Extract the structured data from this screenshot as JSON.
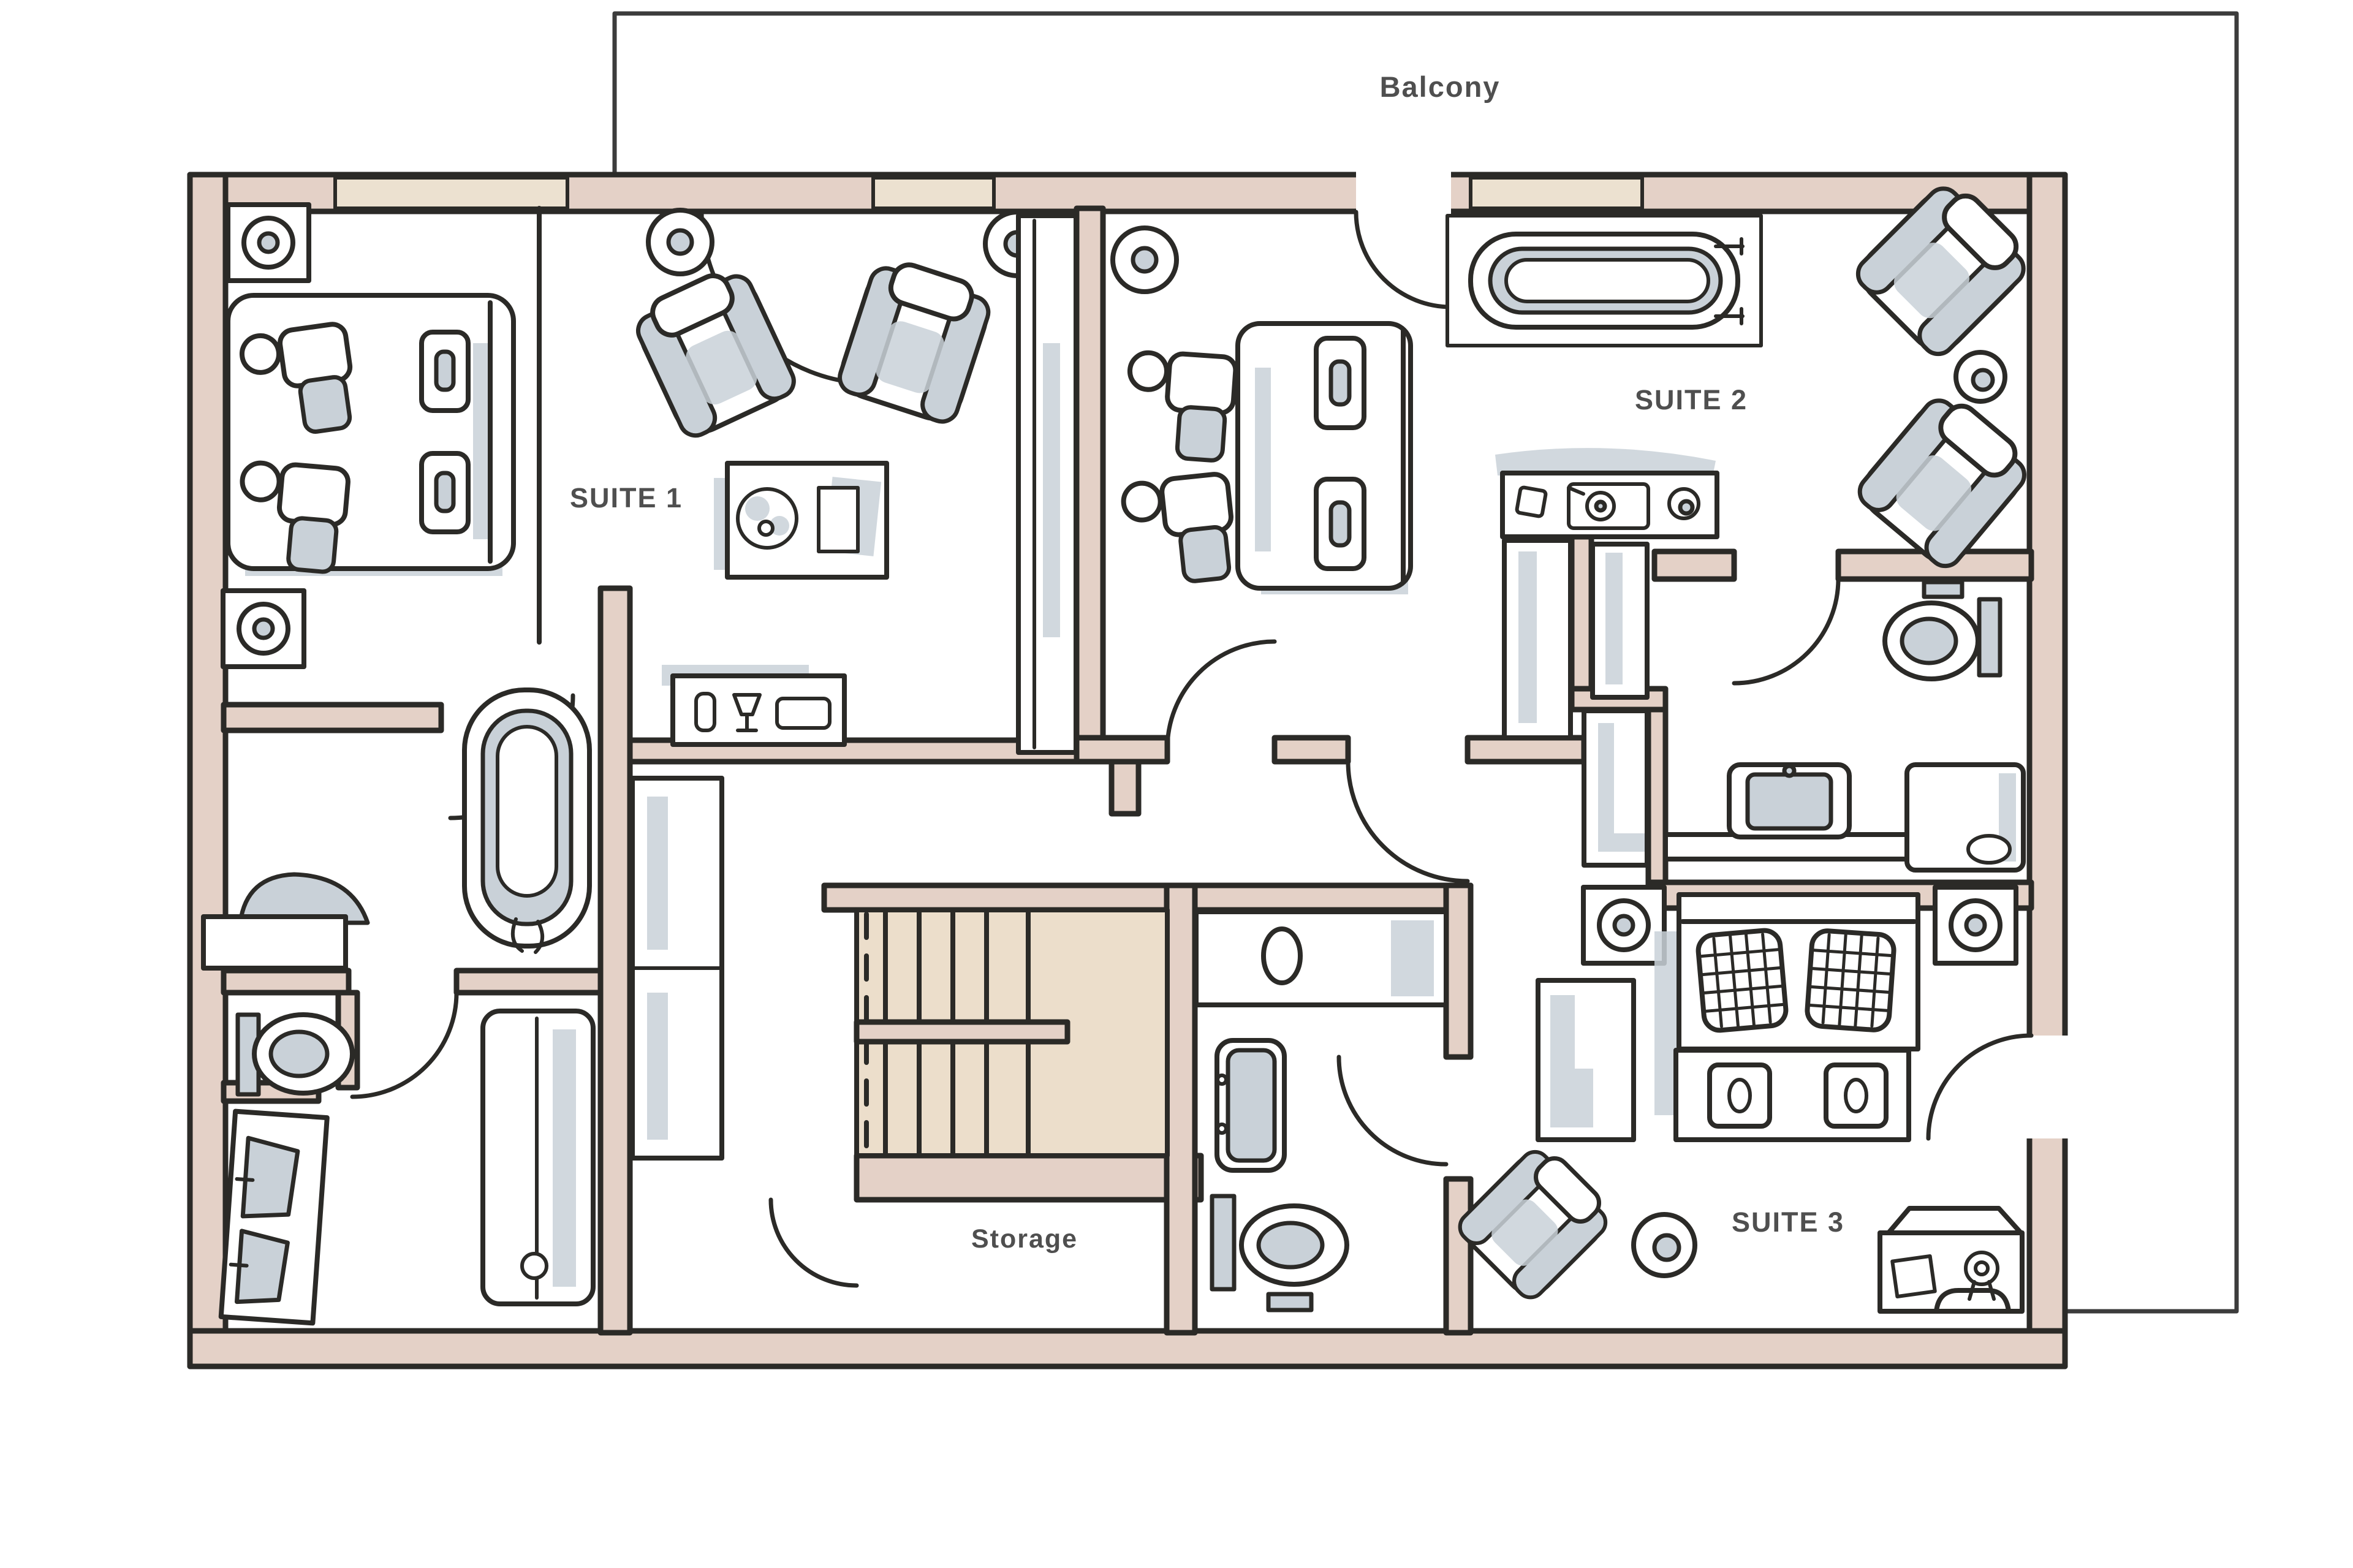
{
  "plan": {
    "labels": {
      "balcony": "Balcony",
      "suite1": "SUITE 1",
      "suite2": "SUITE 2",
      "suite3": "SUITE 3",
      "storage": "Storage"
    }
  },
  "colors": {
    "wall_fill": "#e4d1c7",
    "window_fill": "#ece1d0",
    "stair_fill": "#ecdecb",
    "furniture_shading": "#c9d1d8",
    "outline": "#2b2a27",
    "label_text": "#4f4f4f",
    "balcony_line": "#3c3c3c",
    "background": "#ffffff"
  },
  "furniture_icons": [
    "bed",
    "pillow",
    "woven-pillow",
    "armchair",
    "lounge-chair",
    "side-table",
    "desk",
    "plant",
    "console-table",
    "record-player",
    "minibar",
    "wardrobe",
    "closet",
    "bathtub",
    "freestanding-bathtub",
    "sink",
    "vanity",
    "double-vanity",
    "mirror",
    "toilet",
    "shower",
    "speaker",
    "rug",
    "ottoman",
    "bench-drawers",
    "trunk-desk",
    "stairs",
    "door-swing",
    "window"
  ]
}
